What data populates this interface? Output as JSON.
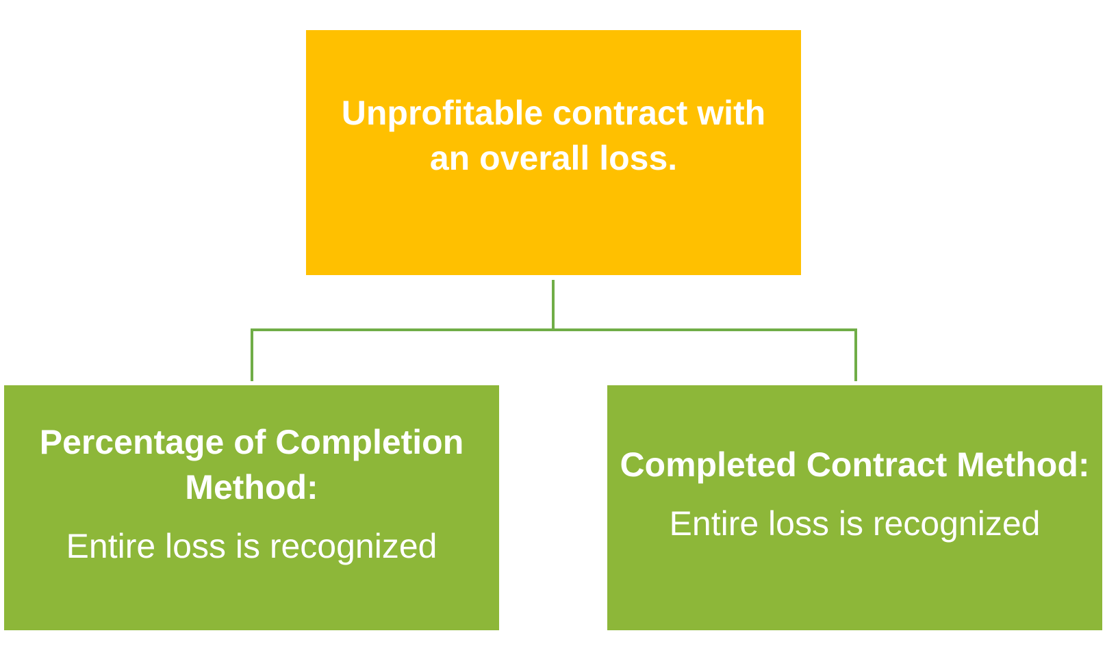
{
  "colors": {
    "root_fill": "#FFC000",
    "child_fill": "#8DB739",
    "connector": "#70AD47",
    "text": "#FFFFFF"
  },
  "root": {
    "text": "Unprofitable contract with an overall loss."
  },
  "children": [
    {
      "title": "Percentage of Completion Method:",
      "description": "Entire loss is recognized"
    },
    {
      "title": "Completed Contract Method:",
      "description": "Entire loss is recognized"
    }
  ]
}
